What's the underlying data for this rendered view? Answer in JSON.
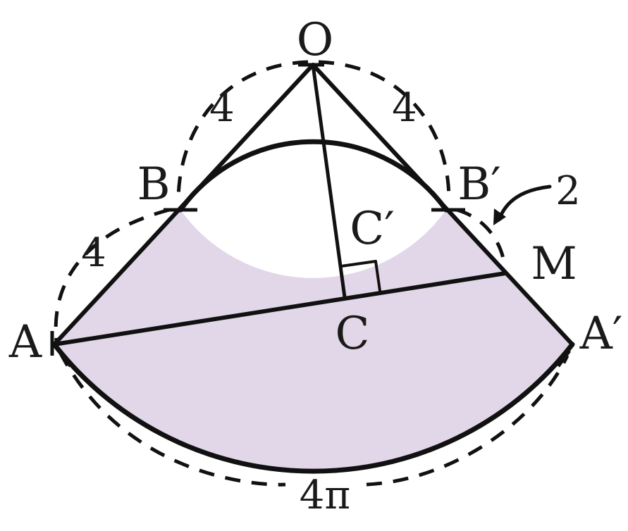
{
  "figure": {
    "points": {
      "O": "O",
      "B": "B",
      "B_prime": "B′",
      "A": "A",
      "A_prime": "A′",
      "C": "C",
      "C_prime": "C′",
      "M": "M"
    },
    "measures": {
      "OB": "4",
      "OB_prime": "4",
      "BA": "4",
      "B_prime_M": "2",
      "arc_AA_prime": "4π"
    },
    "colors": {
      "shaded_region": "#e2d7e8",
      "stroke": "#111111"
    }
  }
}
